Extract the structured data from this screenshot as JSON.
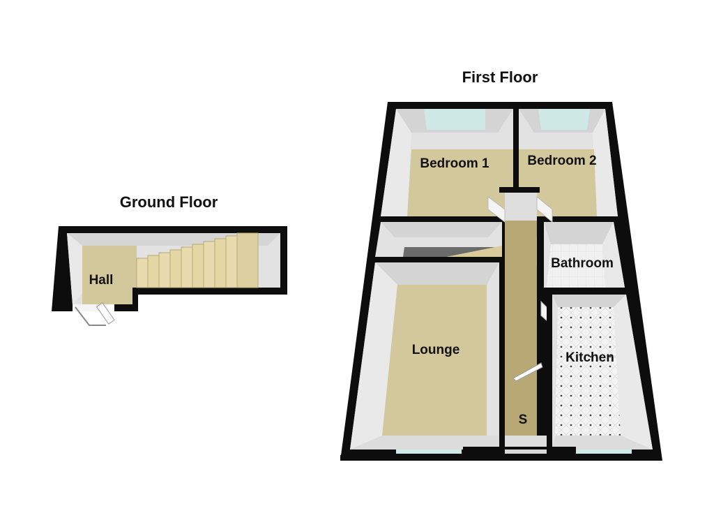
{
  "floors": {
    "ground": {
      "title": "Ground Floor",
      "rooms": {
        "hall": "Hall"
      }
    },
    "first": {
      "title": "First Floor",
      "rooms": {
        "bedroom1": "Bedroom 1",
        "bedroom2": "Bedroom 2",
        "bathroom": "Bathroom",
        "lounge": "Lounge",
        "kitchen": "Kitchen",
        "storage": "S"
      }
    }
  },
  "colors": {
    "wall": "#0d0d0d",
    "wall_face": "#e4e4e4",
    "wall_shade": "#c9c9c9",
    "carpet": "#d3c79c",
    "landing": "#b7a875",
    "tile": "#f0f0f0",
    "window": "#cfe9e6",
    "stair_light": "#e8dcae",
    "stair_dark": "#b9a86f"
  }
}
